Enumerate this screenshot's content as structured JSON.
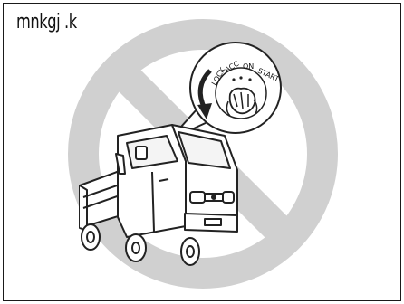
{
  "caption": {
    "label": "mnkgj .k"
  },
  "illustration": {
    "prohibition_sign_color": "#d0d0d0",
    "ignition_labels": [
      "LOCK",
      "ACC",
      "ON",
      "START"
    ],
    "line_color": "#222222"
  }
}
